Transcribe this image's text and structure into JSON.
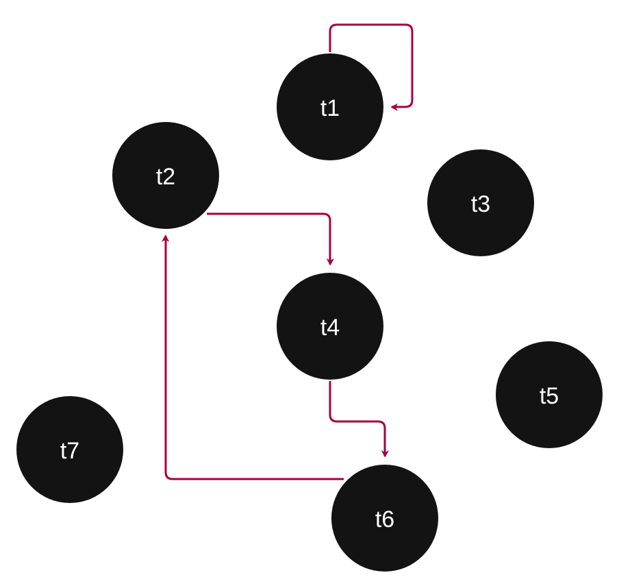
{
  "colors": {
    "node_fill": "#131313",
    "node_text": "#ffffff",
    "edge": "#A50040"
  },
  "nodes": [
    {
      "id": "t1",
      "label": "t1"
    },
    {
      "id": "t2",
      "label": "t2"
    },
    {
      "id": "t3",
      "label": "t3"
    },
    {
      "id": "t4",
      "label": "t4"
    },
    {
      "id": "t5",
      "label": "t5"
    },
    {
      "id": "t6",
      "label": "t6"
    },
    {
      "id": "t7",
      "label": "t7"
    }
  ],
  "edges": [
    {
      "from": "t1",
      "to": "t1"
    },
    {
      "from": "t2",
      "to": "t4"
    },
    {
      "from": "t4",
      "to": "t6"
    },
    {
      "from": "t6",
      "to": "t2"
    }
  ]
}
